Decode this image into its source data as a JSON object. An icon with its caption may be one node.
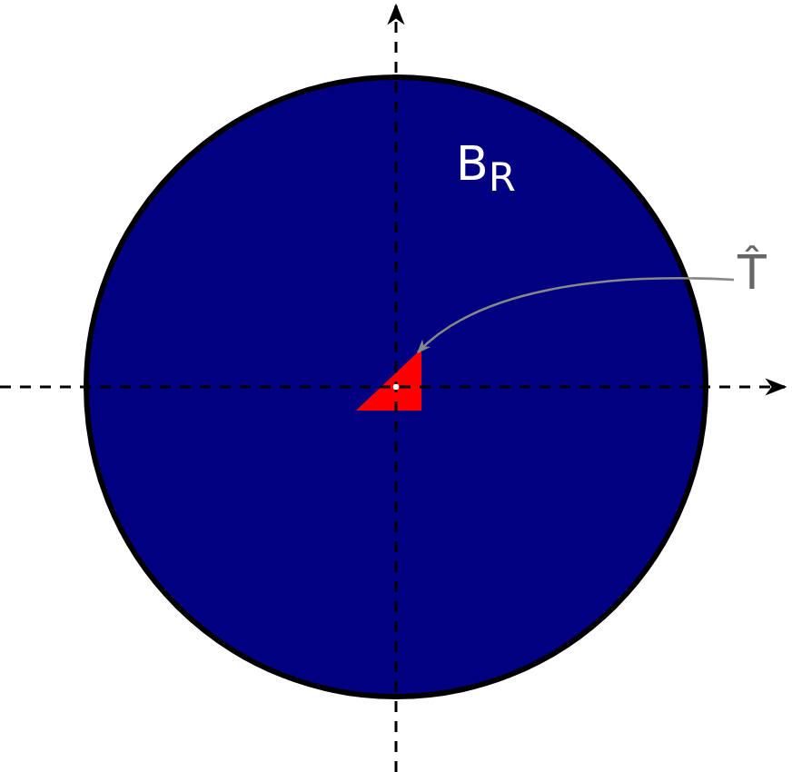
{
  "diagram": {
    "nodes": [
      {
        "text": [
          "B$_{R}$"
        ]
      },
      {
        "text": [
          "T̂"
        ]
      },
      {
        "text": [],
        "shape": "triangle",
        "in": 0
      }
    ],
    "edges": [
      {
        "from": 1,
        "to": 2,
        "arrow": "to"
      }
    ]
  }
}
